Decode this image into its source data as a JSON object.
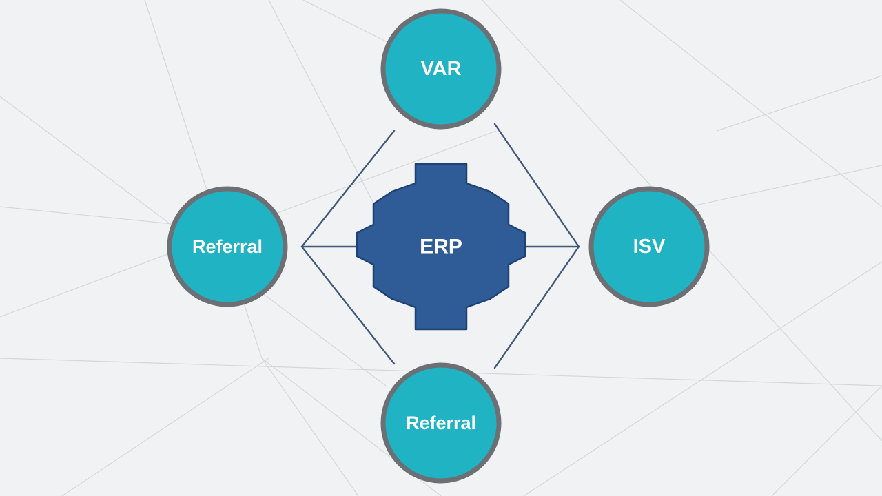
{
  "colors": {
    "background": "#f1f2f3",
    "node_fill": "#1fb3c3",
    "node_ring": "#6c7074",
    "hub_fill": "#2f5b96",
    "hub_stroke": "#1f4274",
    "connector": "#41597a",
    "label": "#ffffff"
  },
  "hub": {
    "label": "ERP",
    "icon": "gear-icon"
  },
  "nodes": {
    "top": {
      "label": "VAR"
    },
    "left": {
      "label": "Referral"
    },
    "right": {
      "label": "ISV"
    },
    "bottom": {
      "label": "Referral"
    }
  }
}
